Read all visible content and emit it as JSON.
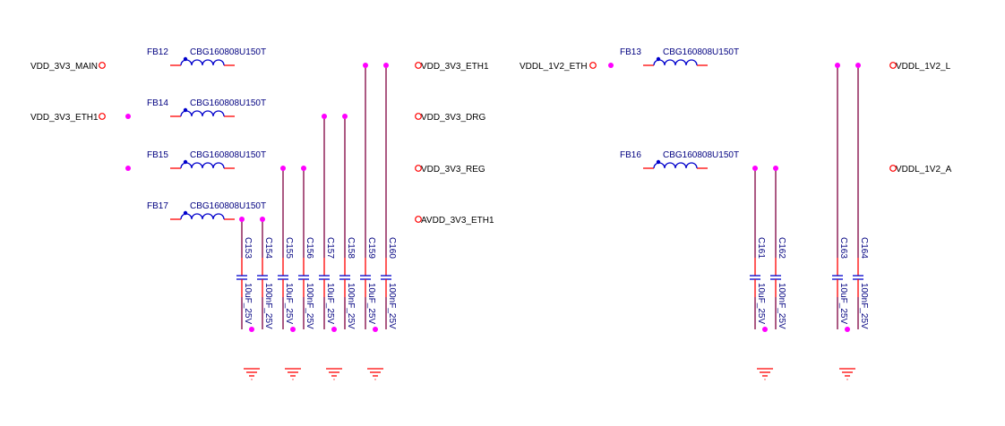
{
  "title": "Power filter schematic - 3V3 and 1V2 ferrite bead rails",
  "colors": {
    "wire": "#800040",
    "pin": "#ff0000",
    "component": "#0000cc",
    "junction": "#ff00ff",
    "refdes_text": "#000080",
    "net_text": "#000000"
  },
  "left_block": {
    "inputs": [
      {
        "net": "VDD_3V3_MAIN"
      },
      {
        "net": "VDD_3V3_ETH1"
      }
    ],
    "rails": [
      {
        "bead_ref": "FB12",
        "bead_part": "CBG160808U150T",
        "output_net": "VDD_3V3_ETH1",
        "caps": [
          {
            "ref": "C159",
            "value": "10uF_25V"
          },
          {
            "ref": "C160",
            "value": "100nF_25V"
          }
        ]
      },
      {
        "bead_ref": "FB14",
        "bead_part": "CBG160808U150T",
        "output_net": "VDD_3V3_DRG",
        "caps": [
          {
            "ref": "C157",
            "value": "10uF_25V"
          },
          {
            "ref": "C158",
            "value": "100nF_25V"
          }
        ]
      },
      {
        "bead_ref": "FB15",
        "bead_part": "CBG160808U150T",
        "output_net": "VDD_3V3_REG",
        "caps": [
          {
            "ref": "C155",
            "value": "10uF_25V"
          },
          {
            "ref": "C156",
            "value": "100nF_25V"
          }
        ]
      },
      {
        "bead_ref": "FB17",
        "bead_part": "CBG160808U150T",
        "output_net": "AVDD_3V3_ETH1",
        "caps": [
          {
            "ref": "C153",
            "value": "10uF_25V"
          },
          {
            "ref": "C154",
            "value": "100nF_25V"
          }
        ]
      }
    ]
  },
  "right_block": {
    "inputs": [
      {
        "net": "VDDL_1V2_ETH"
      }
    ],
    "rails": [
      {
        "bead_ref": "FB13",
        "bead_part": "CBG160808U150T",
        "output_net": "VDDL_1V2_L",
        "caps": [
          {
            "ref": "C163",
            "value": "10uF_25V"
          },
          {
            "ref": "C164",
            "value": "100nF_25V"
          }
        ]
      },
      {
        "bead_ref": "FB16",
        "bead_part": "CBG160808U150T",
        "output_net": "VDDL_1V2_A",
        "caps": [
          {
            "ref": "C161",
            "value": "10uF_25V"
          },
          {
            "ref": "C162",
            "value": "100nF_25V"
          }
        ]
      }
    ]
  }
}
